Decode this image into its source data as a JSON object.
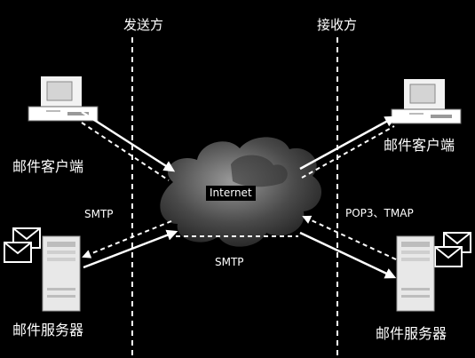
{
  "sender_side": "发送方",
  "receiver_side": "接收方",
  "left_client": "邮件客户端",
  "right_client": "邮件客户端",
  "left_server": "邮件服务器",
  "right_server": "邮件服务器",
  "cloud": "Internet",
  "smtp_left": "SMTP",
  "smtp_bottom": "SMTP",
  "pop_tmap": "POP3、TMAP",
  "colors": {
    "background": "#000000",
    "foreground": "#ffffff"
  }
}
